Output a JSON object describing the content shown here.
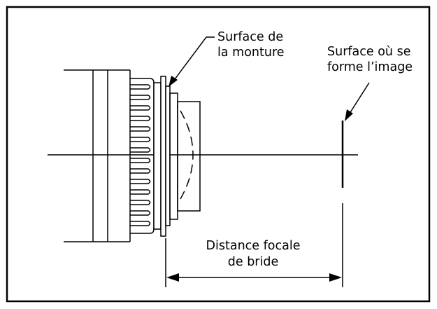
{
  "labels": {
    "mount_surface_line1": "Surface de",
    "mount_surface_line2": "la monture",
    "image_surface_line1": "Surface où se",
    "image_surface_line2": "forme l’image",
    "flange_distance_line1": "Distance focale",
    "flange_distance_line2": "de bride"
  }
}
